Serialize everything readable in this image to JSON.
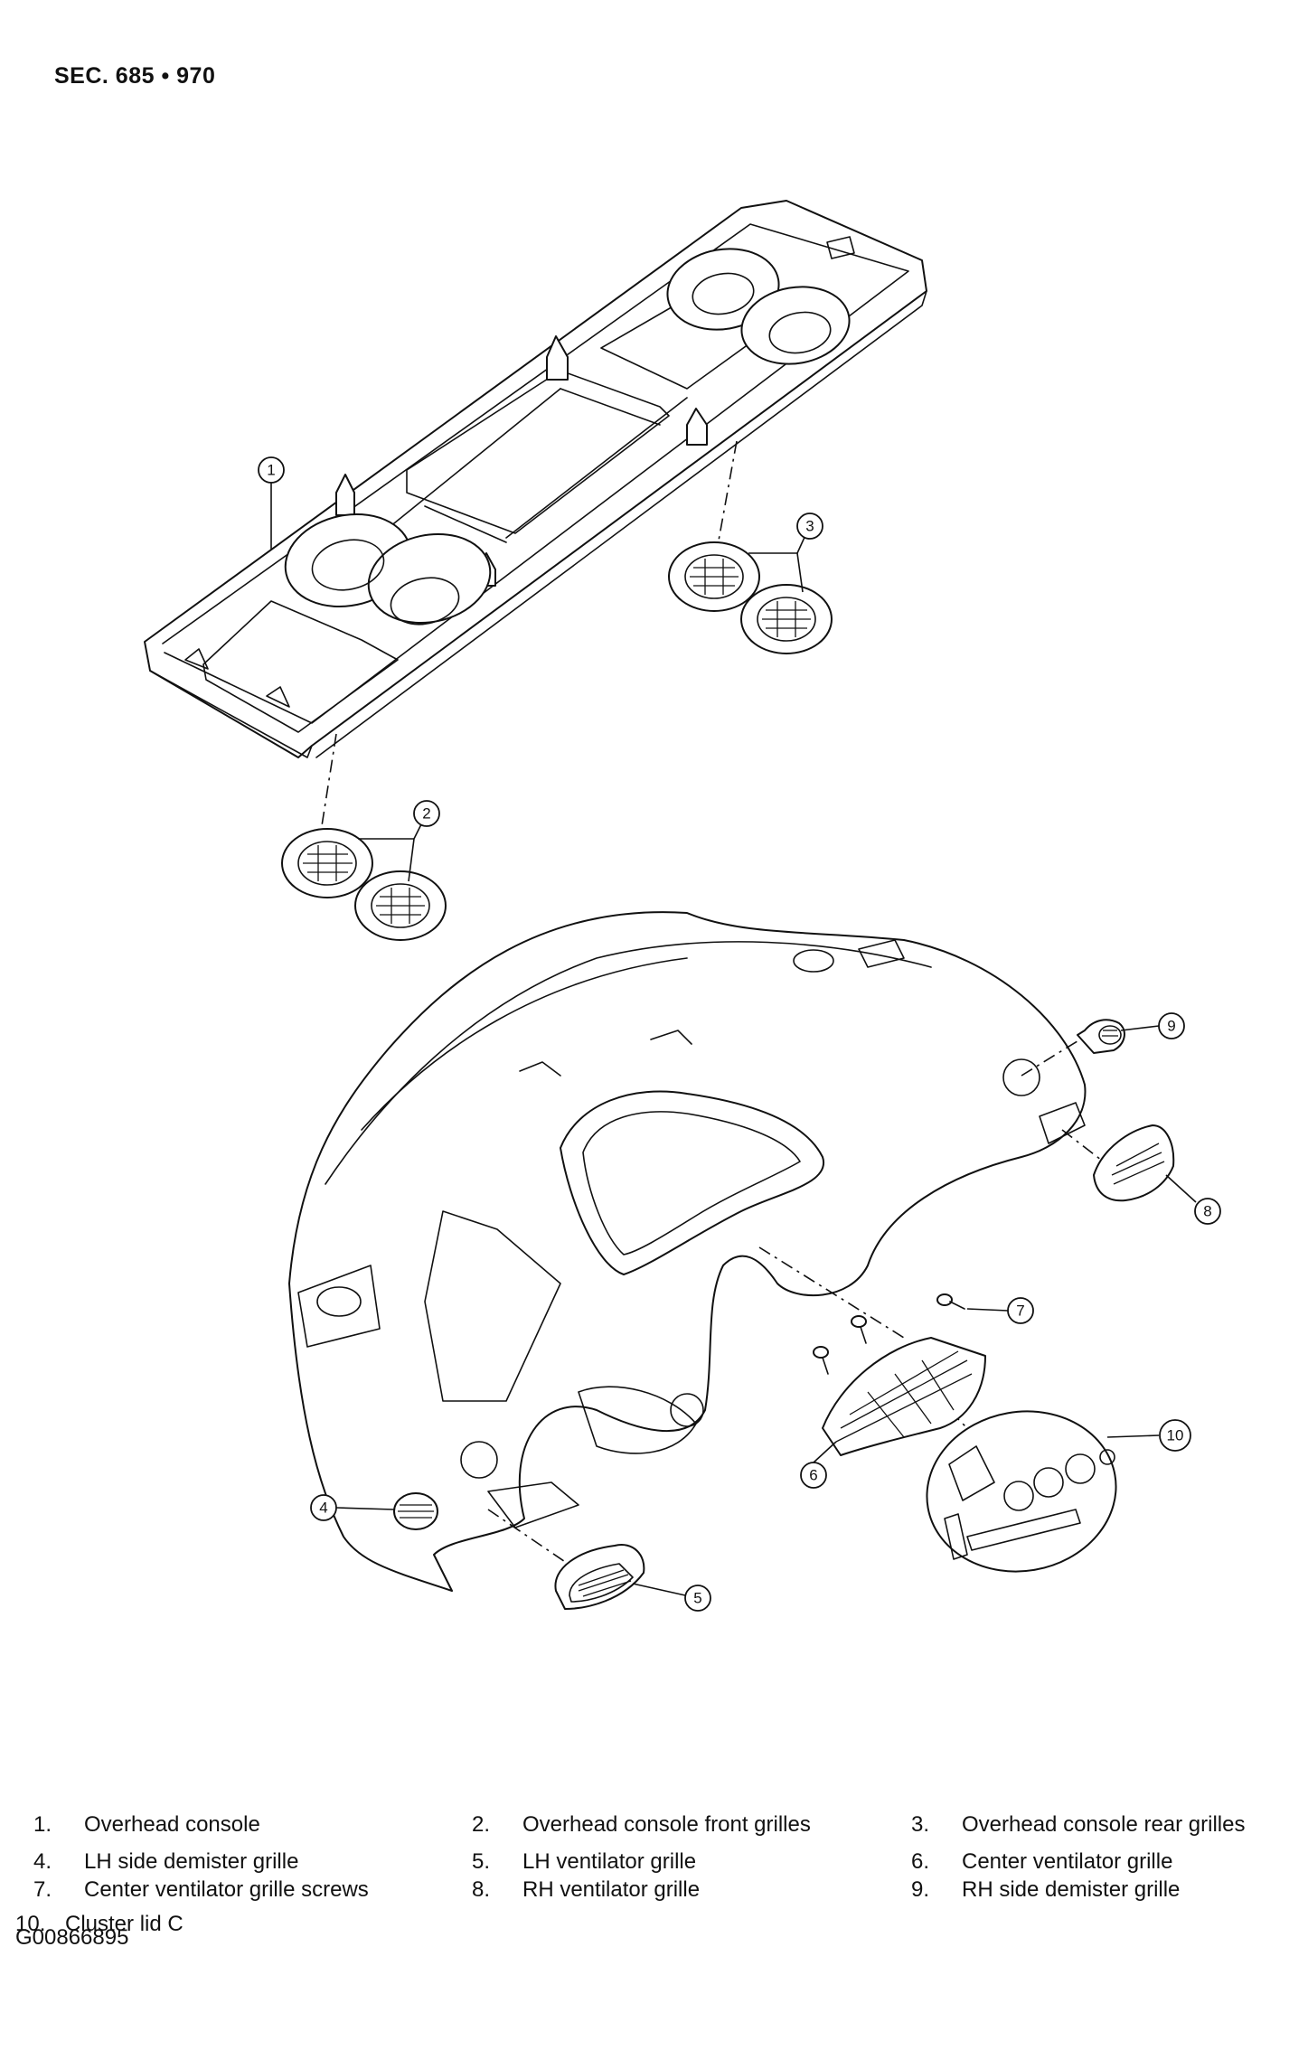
{
  "header": {
    "section": "SEC. 685 • 970"
  },
  "callouts": [
    "1",
    "2",
    "3",
    "4",
    "5",
    "6",
    "7",
    "8",
    "9",
    "10"
  ],
  "legend": [
    {
      "num": "1.",
      "label": "Overhead console"
    },
    {
      "num": "2.",
      "label": "Overhead console front grilles"
    },
    {
      "num": "3.",
      "label": "Overhead console rear grilles"
    },
    {
      "num": "4.",
      "label": "LH side demister grille"
    },
    {
      "num": "5.",
      "label": "LH ventilator grille"
    },
    {
      "num": "6.",
      "label": "Center ventilator grille"
    },
    {
      "num": "7.",
      "label": "Center ventilator grille screws"
    },
    {
      "num": "8.",
      "label": "RH ventilator grille"
    },
    {
      "num": "9.",
      "label": "RH side demister grille"
    },
    {
      "num": "10.",
      "label": "Cluster lid C"
    }
  ],
  "figure_id": "G00866895"
}
